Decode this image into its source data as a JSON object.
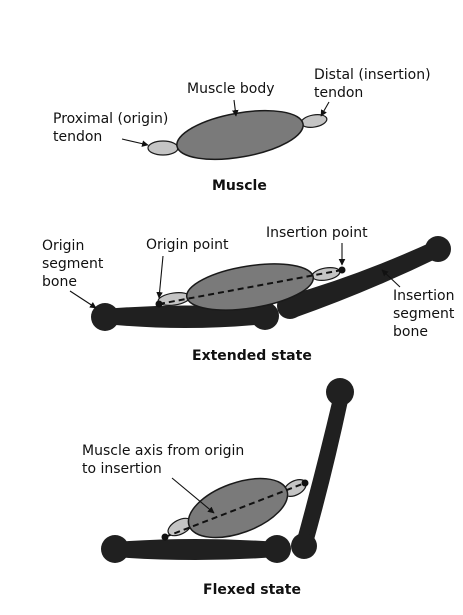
{
  "labels": {
    "muscle_body": "Muscle body",
    "distal_line1": "Distal (insertion)",
    "distal_line2": "tendon",
    "proximal_line1": "Proximal (origin)",
    "proximal_line2": "tendon",
    "origin_seg_line1": "Origin",
    "origin_seg_line2": "segment",
    "origin_seg_line3": "bone",
    "origin_point": "Origin point",
    "insertion_point": "Insertion point",
    "insertion_seg_line1": "Insertion",
    "insertion_seg_line2": "segment",
    "insertion_seg_line3": "bone",
    "axis_line1": "Muscle axis from origin",
    "axis_line2": "to insertion"
  },
  "captions": {
    "muscle": "Muscle",
    "extended": "Extended state",
    "flexed": "Flexed state"
  },
  "colors": {
    "bone": "#202020",
    "muscle_body": "#7a7a7a",
    "tendon": "#c4c4c4",
    "outline": "#1a1a1a",
    "background": "#ffffff"
  }
}
